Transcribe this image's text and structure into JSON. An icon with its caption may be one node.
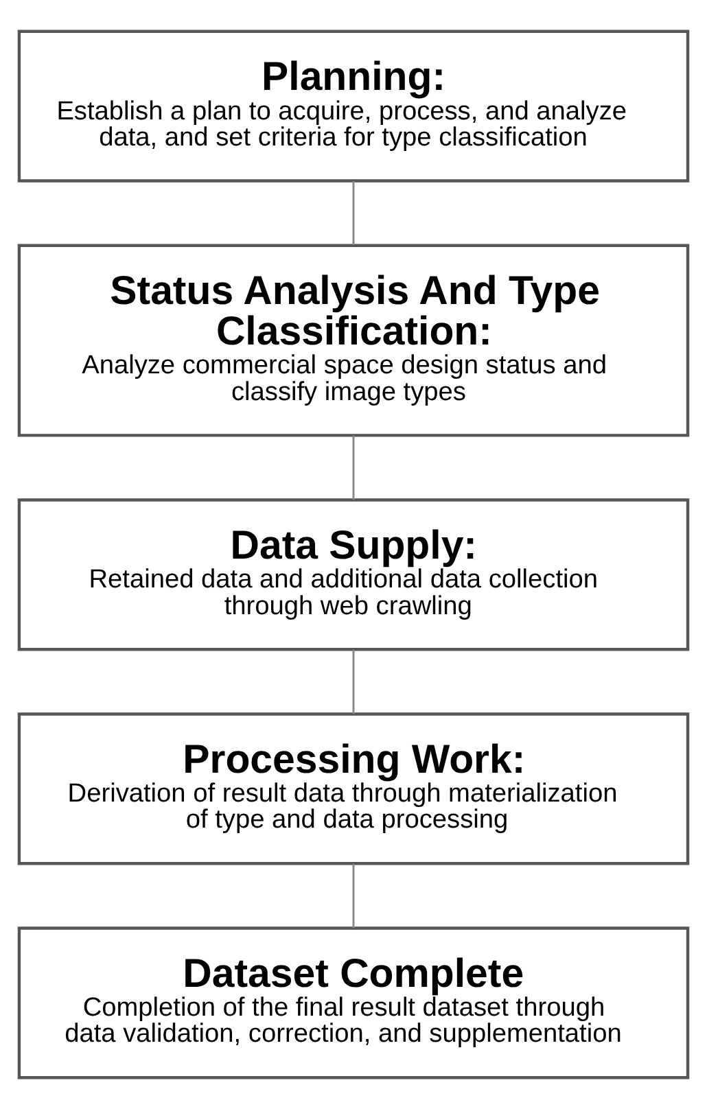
{
  "diagram": {
    "nodes": [
      {
        "text": [
          "Planning:",
          "Establish a plan to acquire, process, and analyze data, and set criteria for type classification"
        ]
      },
      {
        "text": [
          "Status Analysis And Type Classification:",
          "Analyze commercial space design status and classify image types"
        ]
      },
      {
        "text": [
          "Data Supply:",
          "Retained data and additional data collection through web crawling"
        ]
      },
      {
        "text": [
          "Processing Work:",
          "Derivation of result data through materialization of type and data processing"
        ]
      },
      {
        "text": [
          "Dataset Complete",
          "Completion of the final result dataset through data validation, correction, and supplementation"
        ]
      }
    ],
    "edges": [
      {
        "from": 0,
        "to": 1,
        "arrow": "none"
      },
      {
        "from": 1,
        "to": 2,
        "arrow": "none"
      },
      {
        "from": 2,
        "to": 3,
        "arrow": "none"
      },
      {
        "from": 3,
        "to": 4,
        "arrow": "none"
      }
    ]
  }
}
